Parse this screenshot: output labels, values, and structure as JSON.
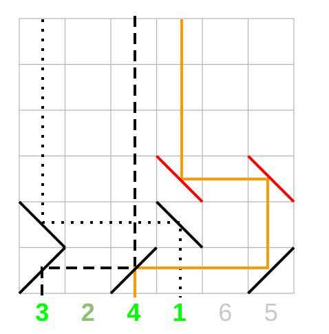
{
  "colors": {
    "grid": "#b3b3b3",
    "mirror_black": "#000000",
    "mirror_red": "#ff0000",
    "path_orange": "#ff9900",
    "label_bright": "#00ff00",
    "label_muted": "#8fc07a",
    "label_gray": "#c8c8c8"
  },
  "board": {
    "columns": 6,
    "rows": 6,
    "mirrors": [
      {
        "col": 0,
        "row": 4,
        "type": "backslash",
        "color": "black"
      },
      {
        "col": 0,
        "row": 5,
        "type": "slash",
        "color": "black"
      },
      {
        "col": 2,
        "row": 5,
        "type": "slash",
        "color": "black"
      },
      {
        "col": 3,
        "row": 3,
        "type": "backslash",
        "color": "red"
      },
      {
        "col": 3,
        "row": 4,
        "type": "backslash",
        "color": "black"
      },
      {
        "col": 5,
        "row": 3,
        "type": "backslash",
        "color": "red"
      },
      {
        "col": 5,
        "row": 5,
        "type": "slash",
        "color": "black"
      }
    ]
  },
  "labels": [
    {
      "text": "3",
      "color": "bright"
    },
    {
      "text": "2",
      "color": "muted"
    },
    {
      "text": "4",
      "color": "bright"
    },
    {
      "text": "1",
      "color": "bright"
    },
    {
      "text": "6",
      "color": "gray"
    },
    {
      "text": "5",
      "color": "gray"
    }
  ]
}
